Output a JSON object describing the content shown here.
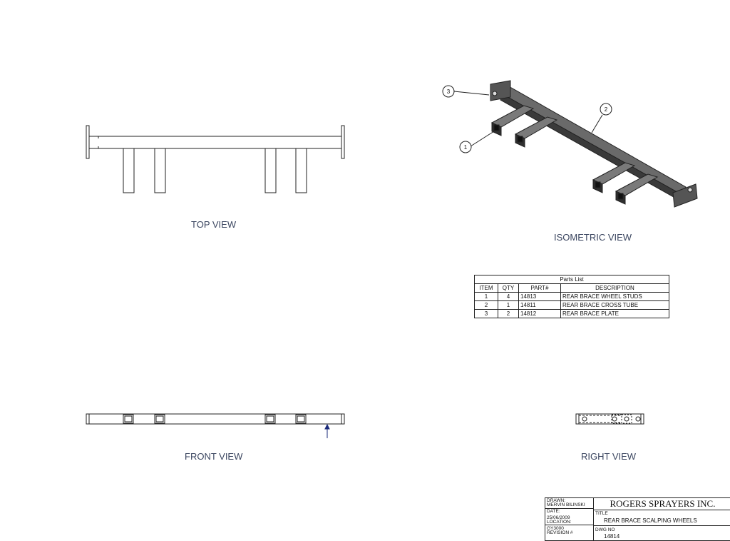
{
  "views": {
    "top": "TOP VIEW",
    "isometric": "ISOMETRIC VIEW",
    "front": "FRONT VIEW",
    "right": "RIGHT VIEW"
  },
  "balloons": [
    "1",
    "2",
    "3"
  ],
  "parts_list": {
    "caption": "Parts List",
    "headers": [
      "ITEM",
      "QTY",
      "PART#",
      "DESCRIPTION"
    ],
    "rows": [
      [
        "1",
        "4",
        "14813",
        "REAR BRACE WHEEL STUDS"
      ],
      [
        "2",
        "1",
        "14811",
        "REAR BRACE CROSS TUBE"
      ],
      [
        "3",
        "2",
        "14812",
        "REAR BRACE PLATE"
      ]
    ]
  },
  "title_block": {
    "drawn_label": "DRAWN:",
    "drawn_by": "MERVIN BILINSKI",
    "date_label": "DATE:",
    "date": "25/06/2009",
    "location_label": "LOCATION:",
    "location": "GY3000",
    "revision_label": "REVISION #",
    "company": "ROGERS SPRAYERS INC.",
    "title_label": "TITLE",
    "title": "REAR BRACE SCALPING WHEELS",
    "dwg_label": "DWG NO",
    "dwg_no": "14814"
  },
  "colors": {
    "line": "#222222",
    "label_text": "#3b4660",
    "part_fill": "#5e5e5e",
    "part_dark": "#2a2a2a",
    "arrow": "#1a2a7a"
  }
}
